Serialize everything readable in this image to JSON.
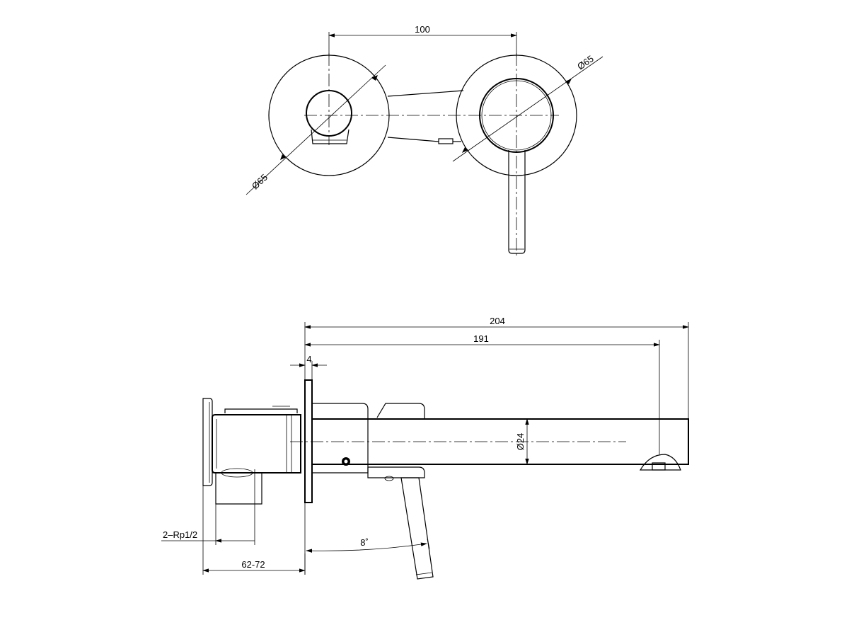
{
  "dimensions": {
    "top_spacing": "100",
    "top_left_diameter": "Ø65",
    "top_right_diameter": "Ø65",
    "overall_length": "204",
    "spout_length": "191",
    "plate_thickness": "4",
    "spout_diameter": "Ø24",
    "thread_spec": "2–Rp1/2",
    "wall_depth": "62-72",
    "handle_angle": "8˚"
  }
}
